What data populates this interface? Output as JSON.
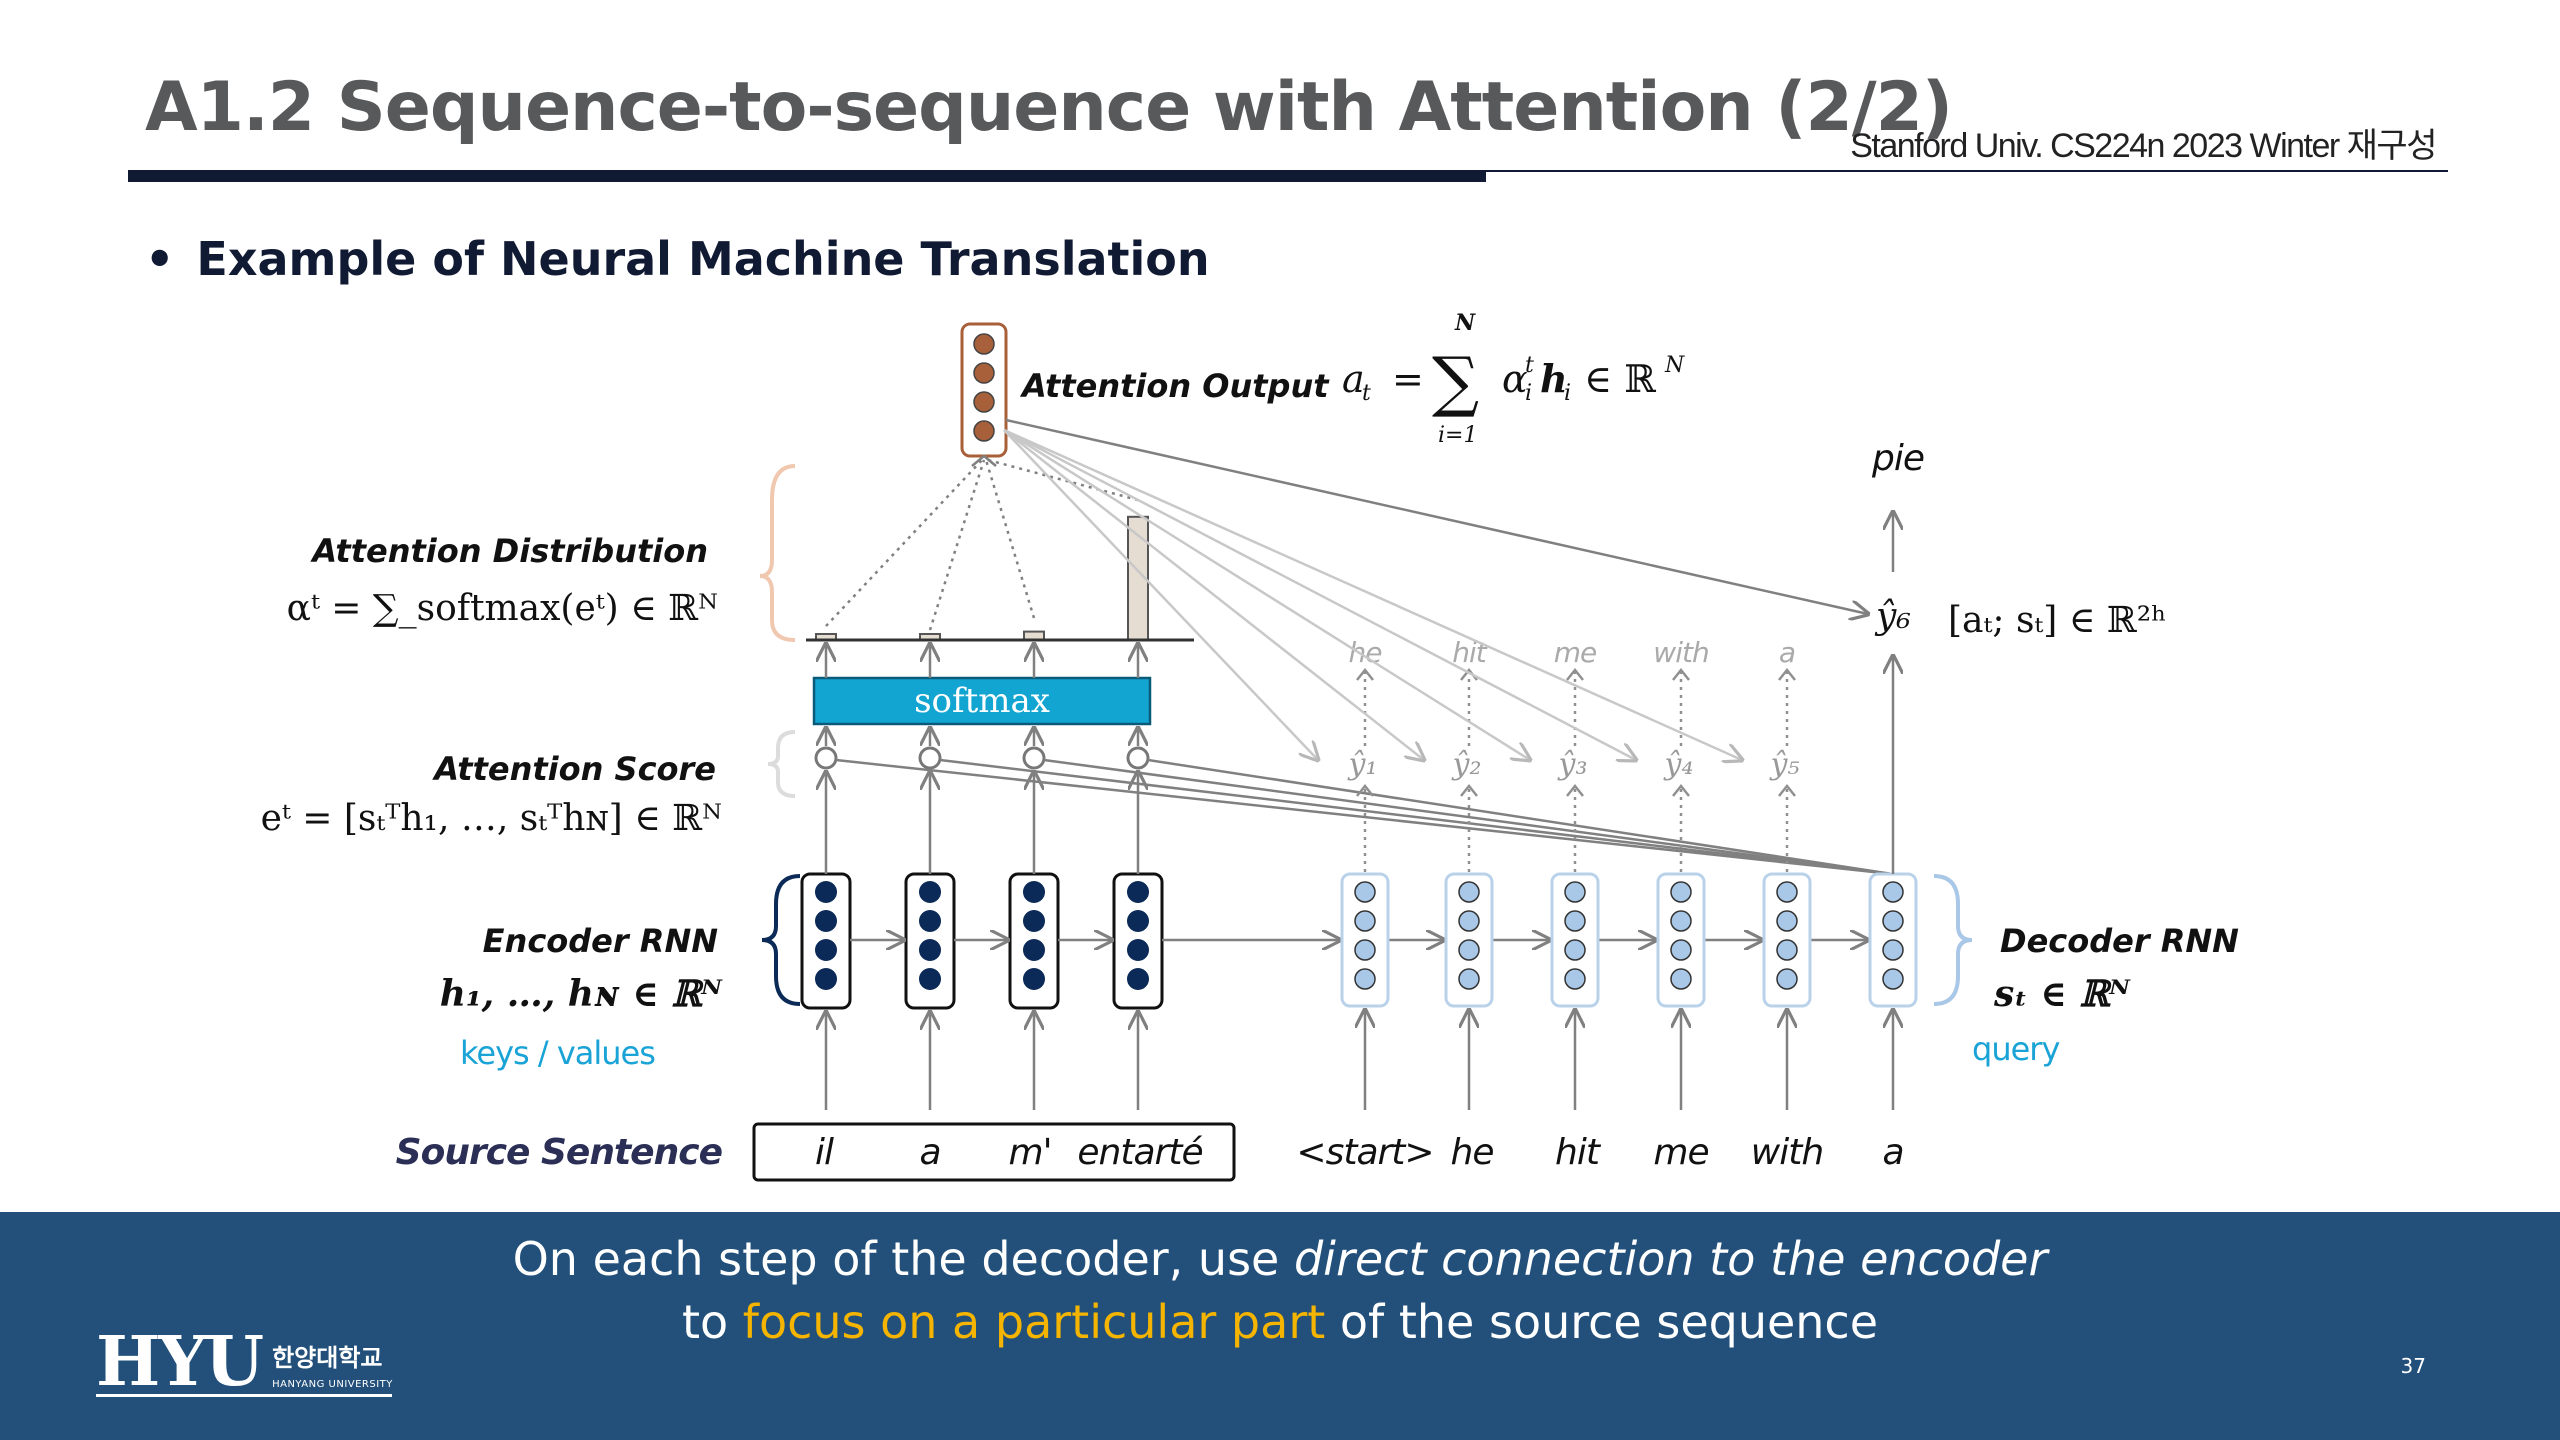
{
  "header": {
    "title": "A1.2 Sequence-to-sequence with Attention (2/2)",
    "credit": "Stanford Univ. CS224n 2023 Winter 재구성"
  },
  "bullet": "Example of Neural Machine Translation",
  "diagram": {
    "attention_output_label": "Attention Output",
    "attention_output_formula": "a",
    "attention_distribution_label": "Attention Distribution",
    "attention_distribution_formula": "αᵗ = ∑_softmax(eᵗ) ∈ ℝᴺ",
    "softmax_label": "softmax",
    "attention_score_label": "Attention Score",
    "attention_score_formula": "eᵗ = [sₜᵀh₁, …, sₜᵀhɴ] ∈ ℝᴺ",
    "encoder_label": "Encoder RNN",
    "encoder_formula": "h₁, …, hɴ ∈ ℝᴺ",
    "keys_values_label": "keys / values",
    "decoder_label": "Decoder RNN",
    "decoder_formula": "sₜ ∈ ℝᴺ",
    "query_label": "query",
    "source_sentence_label": "Source Sentence",
    "source_words": [
      "il",
      "a",
      "m'",
      "entarté"
    ],
    "decoder_inputs": [
      "<start>",
      "he",
      "hit",
      "me",
      "with",
      "a"
    ],
    "predicted_words": [
      "he",
      "hit",
      "me",
      "with",
      "a"
    ],
    "output_word": "pie",
    "y_hat_labels": [
      "ŷ₁",
      "ŷ₂",
      "ŷ₃",
      "ŷ₄",
      "ŷ₅"
    ],
    "y6_label": "ŷ₆",
    "concat_formula": "[aₜ; sₜ] ∈ ℝ²ʰ",
    "attention_weights": [
      0.04,
      0.02,
      0.06,
      0.88
    ],
    "colors": {
      "encoder_fill": "#0b2a57",
      "decoder_fill": "#a9c7e6",
      "softmax_fill": "#13a5d1",
      "attention_output_fill": "#a8603a",
      "highlight": "#1aa3d6"
    }
  },
  "footer": {
    "line1_a": "On each step of the decoder, use ",
    "line1_b": "direct connection to the encoder",
    "line2_a": "to ",
    "line2_b": "focus on a particular part",
    "line2_c": " of the source sequence"
  },
  "logo": {
    "mark": "HYU",
    "korean": "한양대학교",
    "english": "HANYANG UNIVERSITY"
  },
  "page_number": "37"
}
